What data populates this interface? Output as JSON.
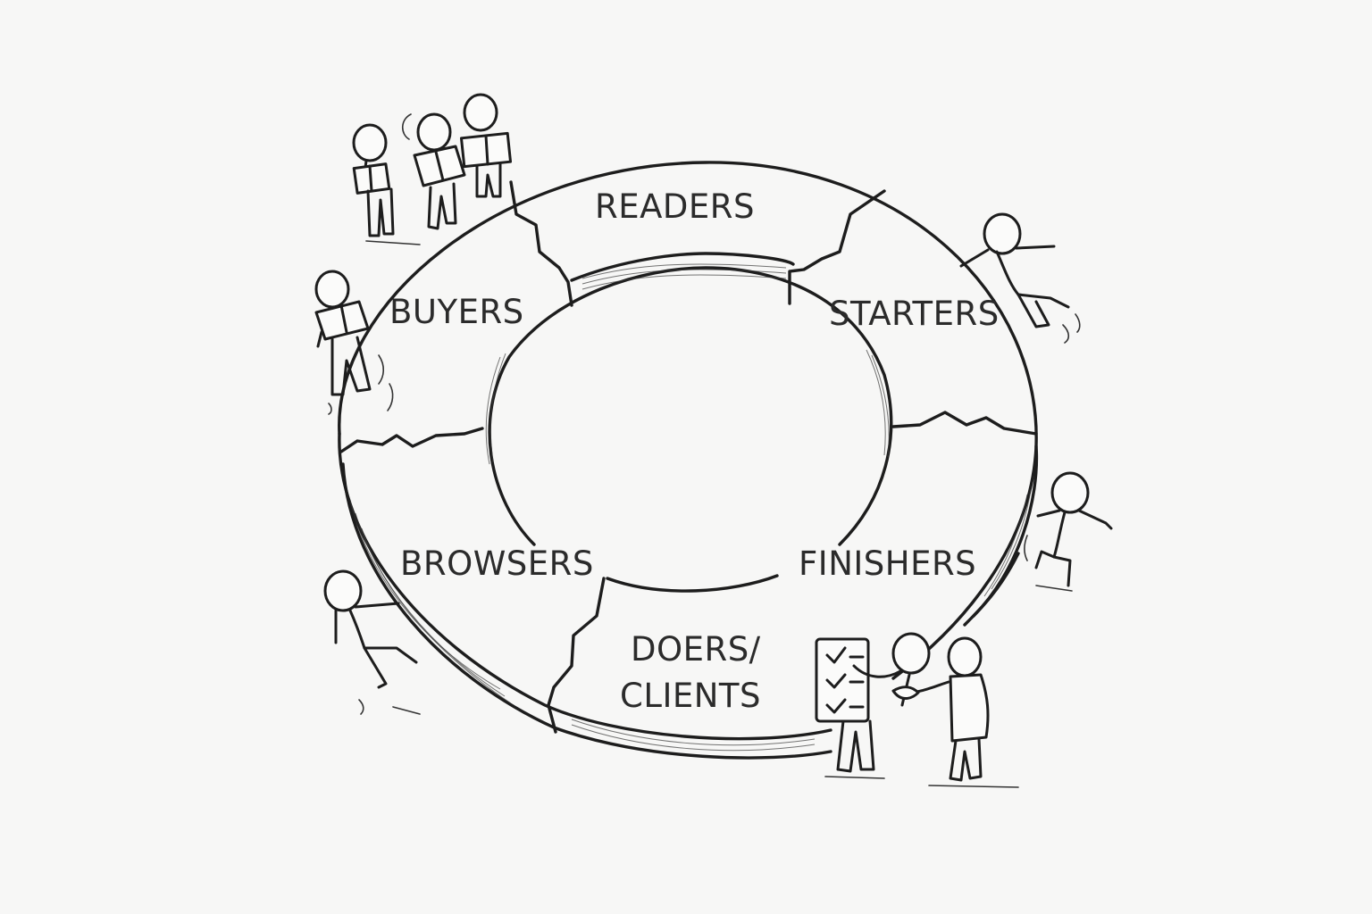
{
  "diagram": {
    "segments": [
      {
        "id": "readers",
        "label": "READERS"
      },
      {
        "id": "starters",
        "label": "STARTERS"
      },
      {
        "id": "finishers",
        "label": "FINISHERS"
      },
      {
        "id": "doers",
        "label_line1": "DOERS/",
        "label_line2": "CLIENTS"
      },
      {
        "id": "browsers",
        "label": "BROWSERS"
      },
      {
        "id": "buyers",
        "label": "BUYERS"
      }
    ],
    "figures": [
      {
        "icon": "reader-group-icon"
      },
      {
        "icon": "reader-icon"
      },
      {
        "icon": "falling-person-icon"
      },
      {
        "icon": "jumping-person-icon"
      },
      {
        "icon": "slipping-person-icon"
      },
      {
        "icon": "checklist-icon"
      },
      {
        "icon": "handshake-icon"
      }
    ],
    "ink_color": "#1d1d1d",
    "paper_color": "#f7f7f6"
  }
}
